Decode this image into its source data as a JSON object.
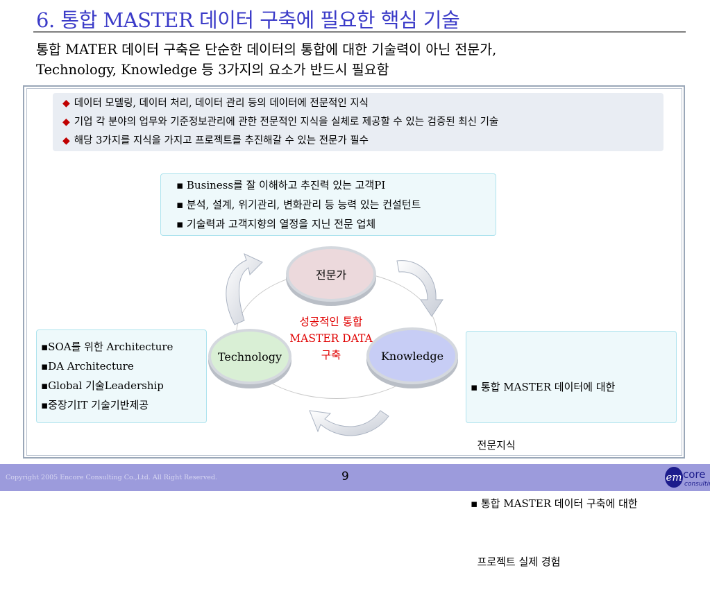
{
  "slide": {
    "title": "6. 통합 MASTER 데이터 구축에 필요한 핵심 기술",
    "subtitle_line1": "통합 MATER 데이터 구축은 단순한 데이터의 통합에 대한 기술력이 아닌 전문가,",
    "subtitle_line2": "Technology, Knowledge 등 3가지의 요소가 반드시 필요함"
  },
  "key_points": {
    "bullet": "◆",
    "items": [
      "데이터 모델링, 데이터 처리, 데이터 관리 등의 데이터에 전문적인 지식",
      "기업 각 분야의 업무와 기준정보관리에 관한 전문적인 지식을 실체로 제공할 수 있는 검증된 최신 기술",
      "해당 3가지를 지식을 가지고 프로젝트를 추진해갈 수 있는 전문가 필수"
    ]
  },
  "expert_box": {
    "items": [
      "▪ Business를 잘 이해하고 추진력 있는 고객PI",
      "▪ 분석, 설계, 위기관리, 변화관리 등 능력 있는 컨설턴트",
      "▪ 기술력과 고객지향의 열정을 지닌 전문 업체"
    ]
  },
  "technology_box": {
    "items": [
      "▪SOA를 위한 Architecture",
      "▪DA Architecture",
      "▪Global 기술Leadership",
      "▪중장기IT 기술기반제공"
    ]
  },
  "knowledge_box": {
    "items": [
      "▪ 통합 MASTER 데이터에 대한",
      "  전문지식",
      "▪ 통합 MASTER 데이터 구축에 대한",
      "  프로젝트 실제 경험"
    ]
  },
  "diagram": {
    "node_expert": "전문가",
    "node_technology": "Technology",
    "node_knowledge": "Knowledge",
    "center_line1": "성공적인 통합",
    "center_line2": "MASTER DATA",
    "center_line3": "구축"
  },
  "footer": {
    "copyright": "Copyright 2005 Encore Consulting Co.,Ltd. All Right Reserved.",
    "page_number": "9",
    "logo_em": "em",
    "logo_core": "core",
    "logo_consulting": "consulting"
  },
  "colors": {
    "title": "#3b3bc8",
    "accent_red": "#e00000",
    "footer_bar": "#9c9bdc"
  }
}
